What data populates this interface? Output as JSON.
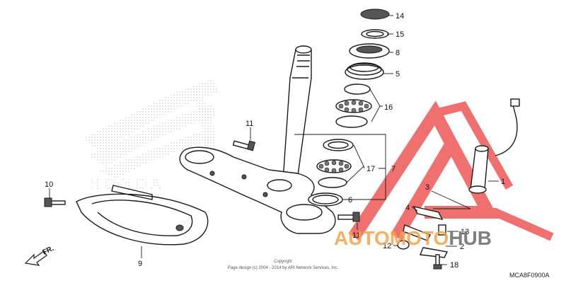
{
  "callouts": {
    "n1": "1",
    "n2": "2",
    "n3": "3",
    "n4": "4",
    "n5": "5",
    "n6": "6",
    "n7": "7",
    "n8": "8",
    "n9": "9",
    "n10": "10",
    "n11a": "11",
    "n11b": "11",
    "n12": "12",
    "n13": "13",
    "n14": "14",
    "n15": "15",
    "n16": "16",
    "n17": "17",
    "n18": "18"
  },
  "direction_label": "FR.",
  "brand_watermark": "HONDA",
  "copyright_line1": "Copyright",
  "copyright_line2": "Page design (c) 2004 - 2014 by ARI Network Services, Inc.",
  "diagram_code": "MCA8F0900A",
  "site_watermark": {
    "part1": "AUTOMOTO",
    "part2": "HUB"
  },
  "colors": {
    "watermark_red": "#f07070",
    "watermark_orange": "#f5a24a",
    "watermark_gray": "#6a6a6a"
  }
}
